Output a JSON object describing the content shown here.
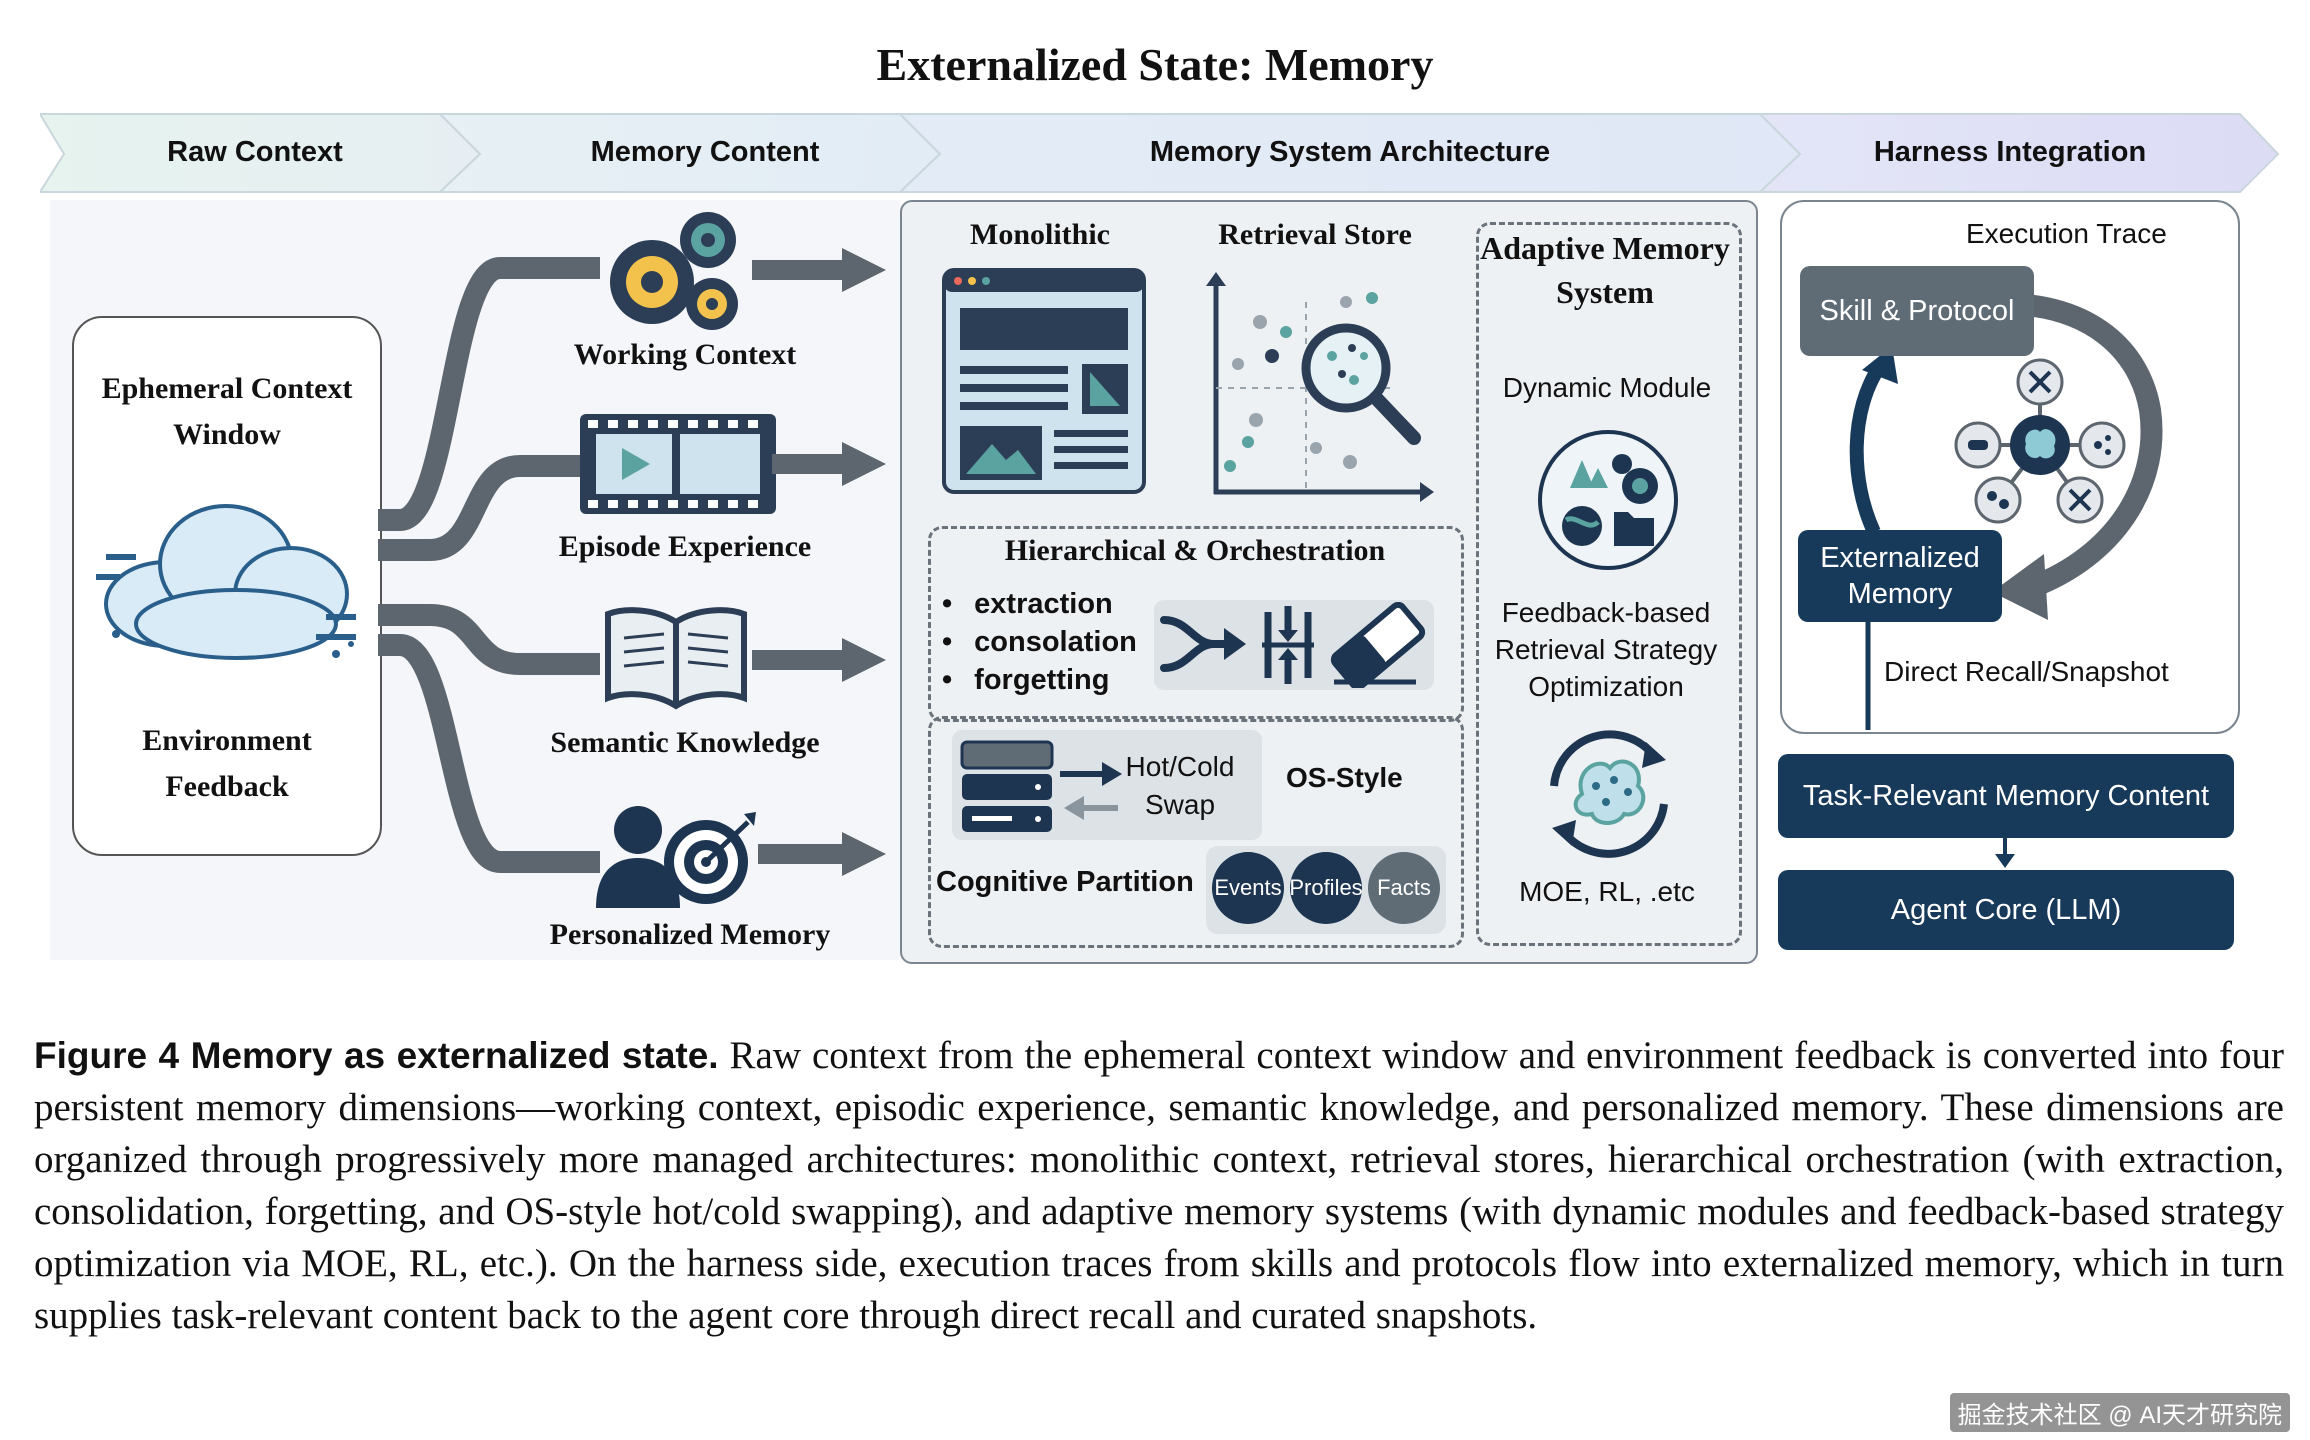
{
  "title": "Externalized State: Memory",
  "stages": [
    "Raw Context",
    "Memory Content",
    "Memory System Architecture",
    "Harness Integration"
  ],
  "raw_context": {
    "top": "Ephemeral Context Window",
    "bottom": "Environment Feedback"
  },
  "memory_content": [
    "Working Context",
    "Episode Experience",
    "Semantic Knowledge",
    "Personalized Memory"
  ],
  "architecture": {
    "monolithic": "Monolithic",
    "retrieval": "Retrieval Store",
    "hierarchical": {
      "title": "Hierarchical & Orchestration",
      "items": [
        "extraction",
        "consolation",
        "forgetting"
      ]
    },
    "os": {
      "hot_cold": "Hot/Cold Swap",
      "os_style": "OS-Style",
      "cognitive": "Cognitive Partition",
      "pills": [
        "Events",
        "Profiles",
        "Facts"
      ]
    },
    "adaptive": {
      "title": "Adaptive Memory System",
      "dynamic": "Dynamic Module",
      "feedback": "Feedback-based Retrieval Strategy Optimization",
      "methods": "MOE, RL, .etc"
    }
  },
  "harness": {
    "trace": "Execution Trace",
    "skill": "Skill & Protocol",
    "externalized": "Externalized Memory",
    "recall": "Direct Recall/Snapshot",
    "task": "Task-Relevant Memory Content",
    "agent": "Agent Core (LLM)"
  },
  "caption": {
    "label": "Figure 4  Memory as externalized state.",
    "text": "Raw context from the ephemeral context window and environment feedback is converted into four persistent memory dimensions—working context, episodic experience, semantic knowledge, and personalized memory. These dimensions are organized through progressively more managed architectures: monolithic context, retrieval stores, hierarchical orchestration (with extraction, consolidation, forgetting, and OS-style hot/cold swapping), and adaptive memory systems (with dynamic modules and feedback-based strategy optimization via MOE, RL, etc.). On the harness side, execution traces from skills and protocols flow into externalized memory, which in turn supplies task-relevant content back to the agent core through direct recall and curated snapshots."
  },
  "watermark": "掘金技术社区 @ AI天才研究院",
  "colors": {
    "dark": "#183a5a",
    "grey": "#5f6b75",
    "teal": "#5aa3a0",
    "arrow": "#59626b"
  }
}
